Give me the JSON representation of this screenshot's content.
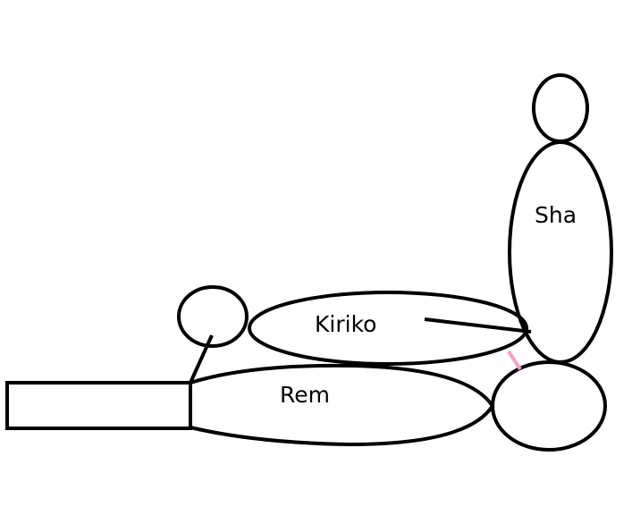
{
  "figure": {
    "labels": {
      "sha": "Sha",
      "kiriko": "Kiriko",
      "rem": "Rem"
    },
    "colors": {
      "line": "#000000",
      "background": "#ffffff",
      "accent_connector": "#f2a7b8"
    }
  }
}
